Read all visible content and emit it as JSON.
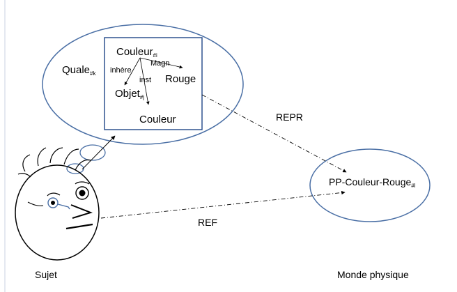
{
  "colors": {
    "ellipse_stroke": "#4a6fa5",
    "box_stroke": "#2f528f",
    "ink": "#000000",
    "left_rule": "#c8d0e0"
  },
  "thought_bubble": {
    "quale": {
      "base": "Quale",
      "sub": "#k"
    },
    "couleur_i": {
      "base": "Couleur",
      "sub": "#i"
    },
    "objet_j": {
      "base": "Objet",
      "sub": "#j"
    },
    "rouge": "Rouge",
    "couleur": "Couleur",
    "edge_inhere": "inhère",
    "edge_magn": "Magn",
    "edge_inst": "inst"
  },
  "physical_world": {
    "pp": {
      "base": "PP-Couleur-Rouge",
      "sub": "#l"
    }
  },
  "relations": {
    "repr": "REPR",
    "ref": "REF"
  },
  "captions": {
    "subject": "Sujet",
    "world": "Monde physique"
  }
}
